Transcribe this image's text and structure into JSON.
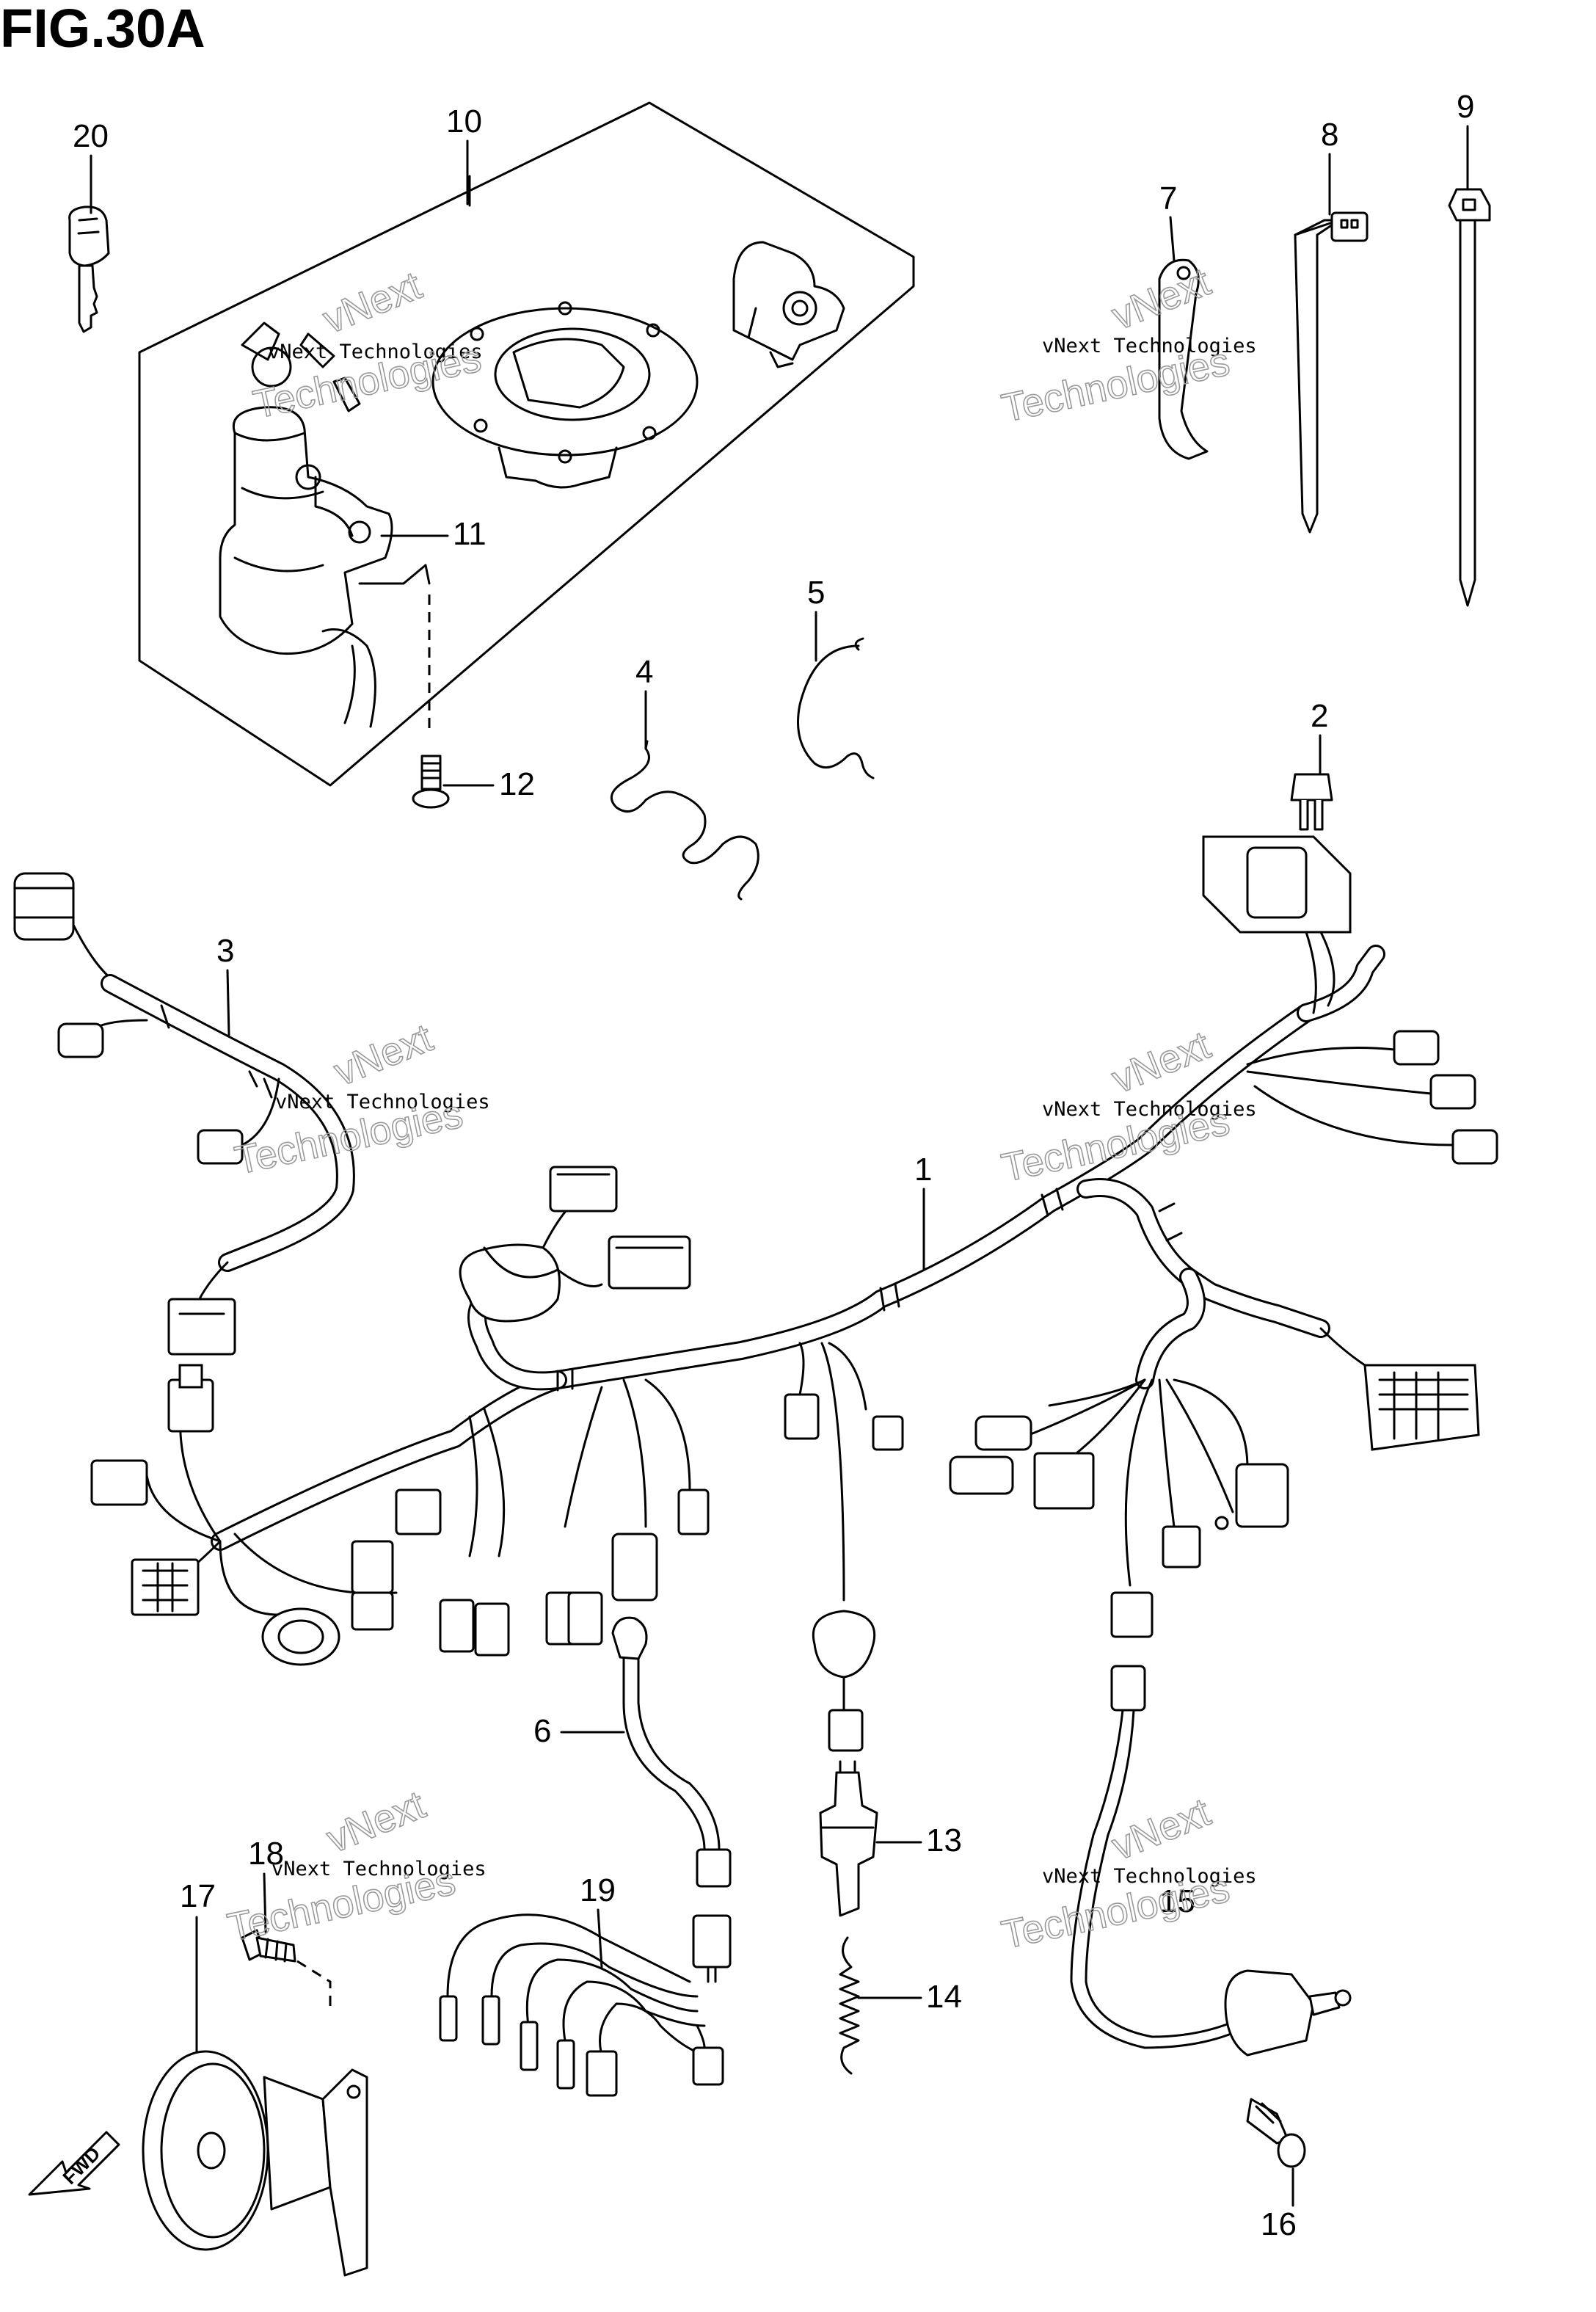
{
  "figure": {
    "title": "FIG.30A"
  },
  "callouts": [
    {
      "id": "c1",
      "label": "1"
    },
    {
      "id": "c2",
      "label": "2"
    },
    {
      "id": "c3",
      "label": "3"
    },
    {
      "id": "c4",
      "label": "4"
    },
    {
      "id": "c5",
      "label": "5"
    },
    {
      "id": "c6",
      "label": "6"
    },
    {
      "id": "c7",
      "label": "7"
    },
    {
      "id": "c8",
      "label": "8"
    },
    {
      "id": "c9",
      "label": "9"
    },
    {
      "id": "c10",
      "label": "10"
    },
    {
      "id": "c11",
      "label": "11"
    },
    {
      "id": "c12",
      "label": "12"
    },
    {
      "id": "c13",
      "label": "13"
    },
    {
      "id": "c14",
      "label": "14"
    },
    {
      "id": "c15",
      "label": "15"
    },
    {
      "id": "c16",
      "label": "16"
    },
    {
      "id": "c17",
      "label": "17"
    },
    {
      "id": "c18",
      "label": "18"
    },
    {
      "id": "c19",
      "label": "19"
    },
    {
      "id": "c20",
      "label": "20"
    }
  ],
  "watermark": {
    "line1": "vNext Technologies",
    "line2": "vNext",
    "line3": "Technologies"
  },
  "direction_label": "FWD"
}
